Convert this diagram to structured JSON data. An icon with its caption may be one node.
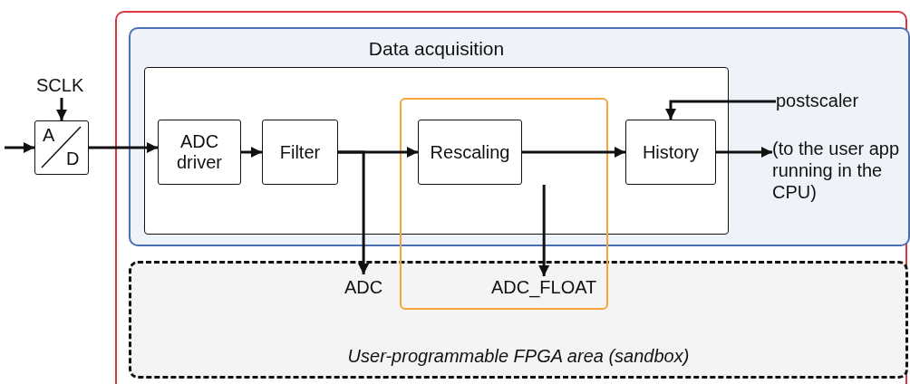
{
  "diagram": {
    "nodes": [
      {
        "text": [],
        "shape": "box"
      },
      {
        "text": [],
        "shape": "box",
        "in": 0
      },
      {
        "text": [
          "Data acquisition"
        ],
        "in": 1
      },
      {
        "text": [
          "ADC driver"
        ],
        "in": 2
      },
      {
        "text": [
          "Filter"
        ],
        "in": 2
      },
      {
        "text": [
          "Rescaling"
        ],
        "in": 2
      },
      {
        "text": [
          "History"
        ],
        "in": 2
      },
      {
        "text": [
          "SCLK"
        ]
      },
      {
        "text": [
          "A",
          "D"
        ]
      },
      {
        "text": [
          "postscaler"
        ],
        "in": 1
      },
      {
        "text": [
          "(to the user app running in the CPU)"
        ],
        "in": 1
      },
      {
        "text": [
          "User-programmable FPGA area (sandbox)"
        ],
        "in": 0
      },
      {
        "text": [
          "ADC"
        ],
        "in": 11
      },
      {
        "text": [
          "ADC_FLOAT"
        ],
        "in": 11
      }
    ],
    "edges": [
      {
        "from": null,
        "to": 8,
        "arrow": "to"
      },
      {
        "from": 7,
        "to": 8,
        "arrow": "to"
      },
      {
        "from": 8,
        "to": 3,
        "arrow": "to"
      },
      {
        "from": 3,
        "to": 4,
        "arrow": "to"
      },
      {
        "from": 4,
        "to": 5,
        "arrow": "to"
      },
      {
        "from": 4,
        "to": 12,
        "arrow": "to"
      },
      {
        "from": 5,
        "to": 6,
        "arrow": "to"
      },
      {
        "from": 5,
        "to": 13,
        "arrow": "to"
      },
      {
        "from": 9,
        "to": 6,
        "arrow": "to"
      },
      {
        "from": 6,
        "to": 10,
        "arrow": "to"
      }
    ]
  }
}
